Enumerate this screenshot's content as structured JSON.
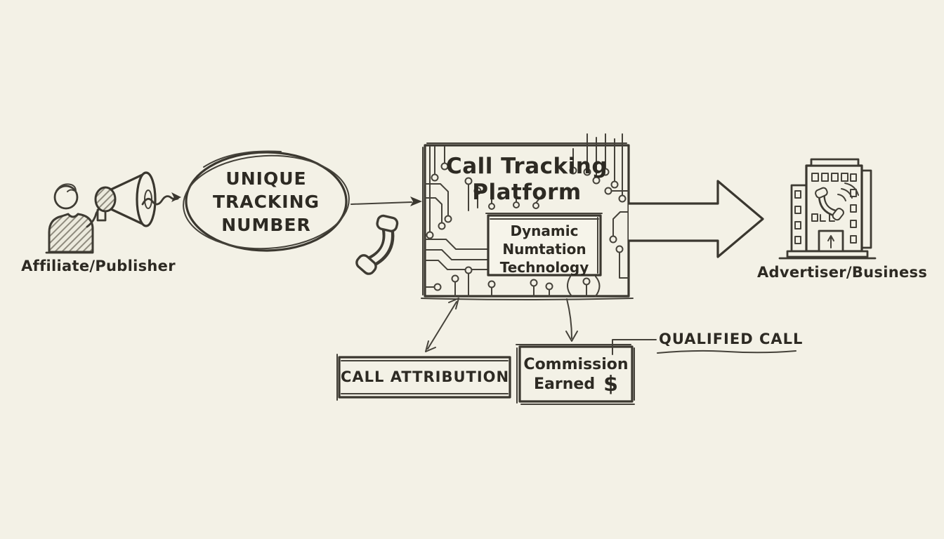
{
  "palette": {
    "paper": "#f3f1e6",
    "ink": "#3e3b33",
    "text": "#2d2a23"
  },
  "affiliate": {
    "label": "Affiliate/Publisher"
  },
  "unique_number": {
    "lines": [
      "UNIQUE",
      "TRACKING",
      "NUMBER"
    ]
  },
  "platform": {
    "title_lines": [
      "Call Tracking",
      "Platform"
    ],
    "inner_lines": [
      "Dynamic",
      "Numtation",
      "Technology"
    ]
  },
  "advertiser": {
    "label": "Advertiser/Business"
  },
  "attribution": {
    "label": "CALL ATTRIBUTION"
  },
  "commission": {
    "line1": "Commission",
    "line2": "Earned",
    "symbol": "$"
  },
  "qualified": {
    "label": "QUALIFIED CALL"
  },
  "icons": {
    "megaphone": "megaphone-icon",
    "person": "person-figure",
    "phone_handset": "phone-handset-icon",
    "circuit_board": "circuit-board-pattern",
    "building": "building-icon",
    "ring_waves": "ring-waves-icon",
    "block_arrow": "block-arrow",
    "squiggle_arrow": "squiggle-arrow"
  }
}
